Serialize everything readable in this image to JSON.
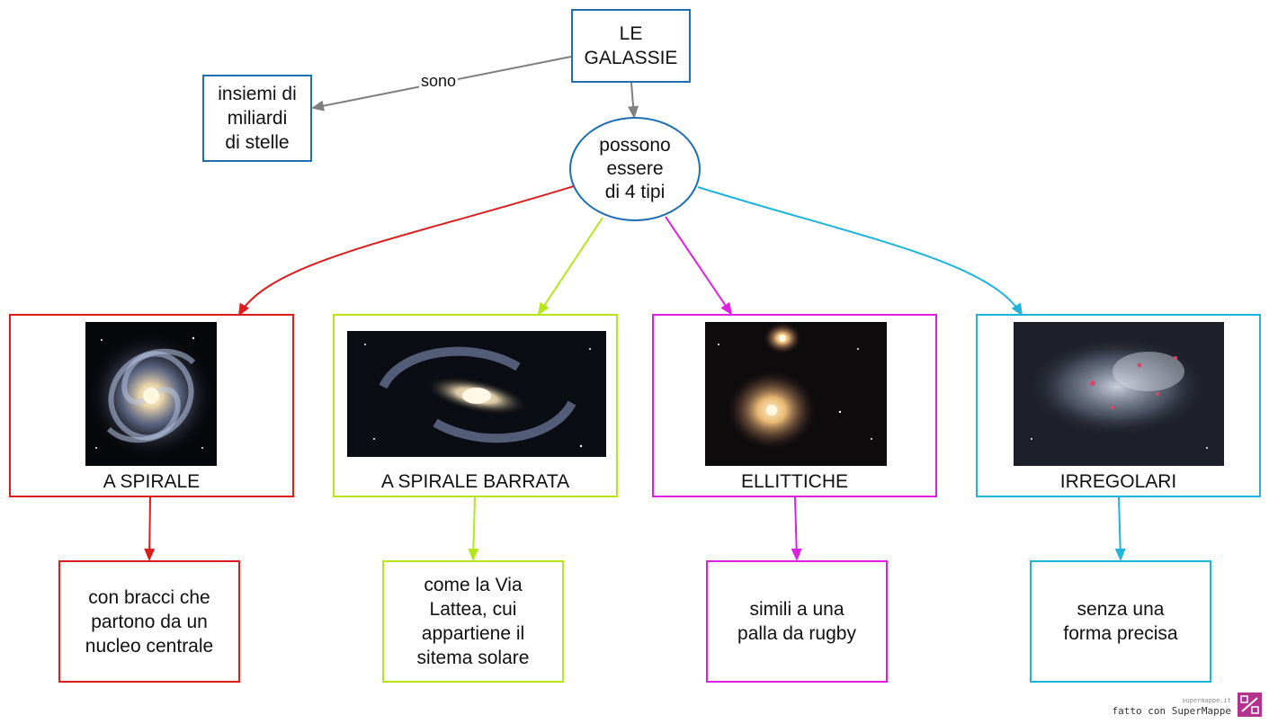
{
  "root": {
    "label": "LE\nGALASSIE"
  },
  "definition": {
    "label": "insiemi di\nmiliardi\ndi stelle",
    "link_label": "sono"
  },
  "hub": {
    "label": "possono\nessere\ndi 4 tipi"
  },
  "types": [
    {
      "name": "A SPIRALE",
      "description": "con bracci che\npartono da un\nnucleo centrale",
      "color": "#dc1d1d",
      "image": "spiral-galaxy-photo"
    },
    {
      "name": "A SPIRALE BARRATA",
      "description": "come la Via\nLattea, cui\nappartiene il\nsitema solare",
      "color": "#b5e61d",
      "image": "barred-spiral-galaxy-photo"
    },
    {
      "name": "ELLITTICHE",
      "description": "simili a una\npalla da rugby",
      "color": "#e020e0",
      "image": "elliptical-galaxy-photo"
    },
    {
      "name": "IRREGOLARI",
      "description": "senza una\nforma precisa",
      "color": "#1eb4dc",
      "image": "irregular-galaxy-photo"
    }
  ],
  "colors": {
    "root_border": "#1f6fb2",
    "link_gray": "#7f7f7f"
  },
  "footer": {
    "site": "supermappe.it",
    "credit": "fatto con SuperMappe"
  }
}
